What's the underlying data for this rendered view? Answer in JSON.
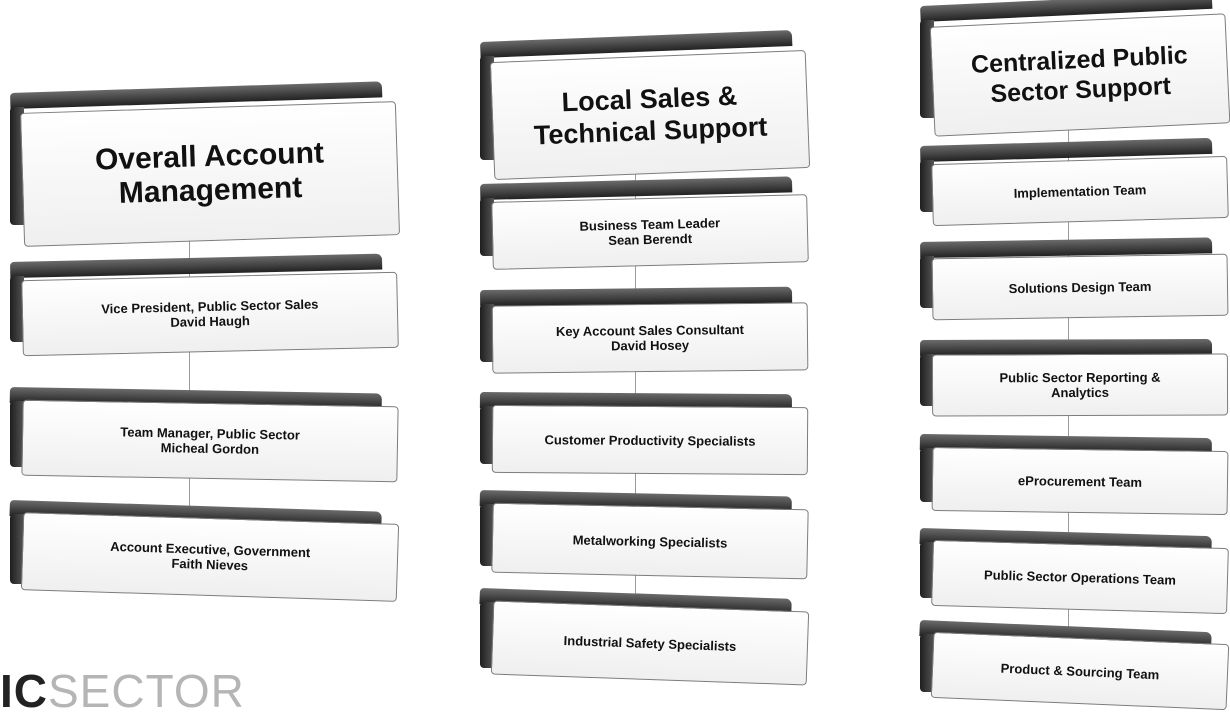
{
  "columns": [
    {
      "header": [
        "Overall Account",
        "Management"
      ],
      "items": [
        [
          "Vice President, Public Sector Sales",
          "David Haugh"
        ],
        [
          "Team Manager, Public Sector",
          "Micheal Gordon"
        ],
        [
          "Account Executive, Government",
          "Faith Nieves"
        ]
      ]
    },
    {
      "header": [
        "Local Sales &",
        "Technical Support"
      ],
      "items": [
        [
          "Business Team Leader",
          "Sean Berendt"
        ],
        [
          "Key Account Sales Consultant",
          "David Hosey"
        ],
        [
          "Customer Productivity Specialists"
        ],
        [
          "Metalworking Specialists"
        ],
        [
          "Industrial Safety Specialists"
        ]
      ]
    },
    {
      "header": [
        "Centralized Public",
        "Sector Support"
      ],
      "items": [
        [
          "Implementation Team"
        ],
        [
          "Solutions Design Team"
        ],
        [
          "Public Sector Reporting &",
          "Analytics"
        ],
        [
          "eProcurement Team"
        ],
        [
          "Public Sector Operations Team"
        ],
        [
          "Product & Sourcing Team"
        ]
      ]
    }
  ],
  "logo": {
    "part1": "IC",
    "part2": "SECTOR"
  }
}
